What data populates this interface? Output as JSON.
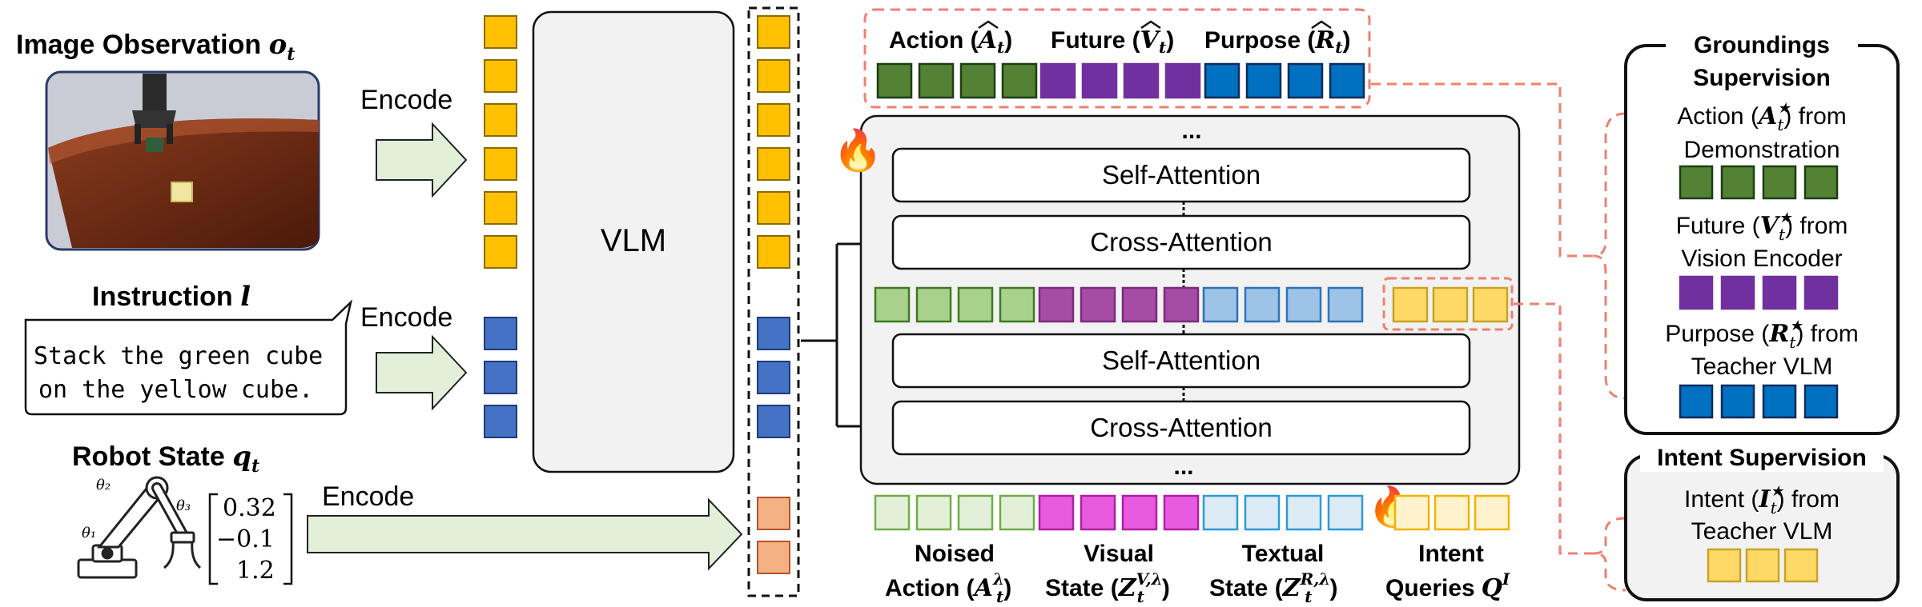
{
  "left": {
    "image_obs_label": "Image Observation",
    "image_obs_sym": "o",
    "image_obs_sub": "t",
    "instruction_label": "Instruction",
    "instruction_sym": "l",
    "instruction_text_line1": "Stack the green cube",
    "instruction_text_line2": "on the yellow cube.",
    "robot_state_label": "Robot State",
    "robot_state_sym": "q",
    "robot_state_sub": "t",
    "state_values": [
      "0.32",
      "−0.1",
      "1.2"
    ],
    "theta_labels": [
      "θ₂",
      "θ₃",
      "θ₁"
    ],
    "encode_labels": [
      "Encode",
      "Encode",
      "Encode"
    ]
  },
  "vlm": {
    "label": "VLM"
  },
  "top_tokens": {
    "action": "Action (",
    "action_sym": "A",
    "future": "Future (",
    "future_sym": "V",
    "purpose": "Purpose (",
    "purpose_sym": "R",
    "sub": "t",
    "close": ")"
  },
  "transformer": {
    "ellipsis_top": "...",
    "ellipsis_bottom": "...",
    "blocks": [
      "Self-Attention",
      "Cross-Attention",
      "Self-Attention",
      "Cross-Attention"
    ]
  },
  "bottom_labels": {
    "noised_line1": "Noised",
    "noised_line2": "Action (",
    "noised_sym": "A",
    "noised_sup": "λ",
    "visual_line1": "Visual",
    "visual_line2": "State (",
    "visual_sym": "Z",
    "visual_sup": "V,λ",
    "textual_line1": "Textual",
    "textual_line2": "State (",
    "textual_sym": "Z",
    "textual_sup": "R,λ",
    "intent_line1": "Intent",
    "intent_line2": "Queries",
    "intent_sym": "Q",
    "intent_sup": "I",
    "sub": "t",
    "close": ")"
  },
  "groundings": {
    "title_line1": "Groundings",
    "title_line2": "Supervision",
    "action_line1": "Action (",
    "action_sym": "A",
    "action_line2": "Demonstration",
    "future_line1": "Future (",
    "future_sym": "V",
    "future_line2": "Vision Encoder",
    "purpose_line1": "Purpose (",
    "purpose_sym": "R",
    "purpose_line2": "Teacher VLM",
    "from": ") from",
    "star": "★",
    "sub": "t"
  },
  "intent_supervision": {
    "title": "Intent Supervision",
    "line1": "Intent (",
    "sym": "I",
    "from": ") from",
    "line2": "Teacher VLM",
    "sub": "t"
  },
  "colors": {
    "yellow": "#ffc000",
    "yellow_border": "#b8860b",
    "blue": "#4472c4",
    "orange": "#f4b183",
    "green": "#548235",
    "purple": "#7030a0",
    "deep_blue": "#0070c0",
    "light_green": "#a9d18e",
    "light_purple": "#a64ca6",
    "light_blue": "#9dc3e6",
    "pale_yellow": "#ffd966",
    "pale_green": "#e2f0d9",
    "magenta": "#e85be0",
    "pale_blue": "#ddebf7",
    "dashed_red": "#f08070",
    "arrow_fill": "#e2f0d9"
  }
}
